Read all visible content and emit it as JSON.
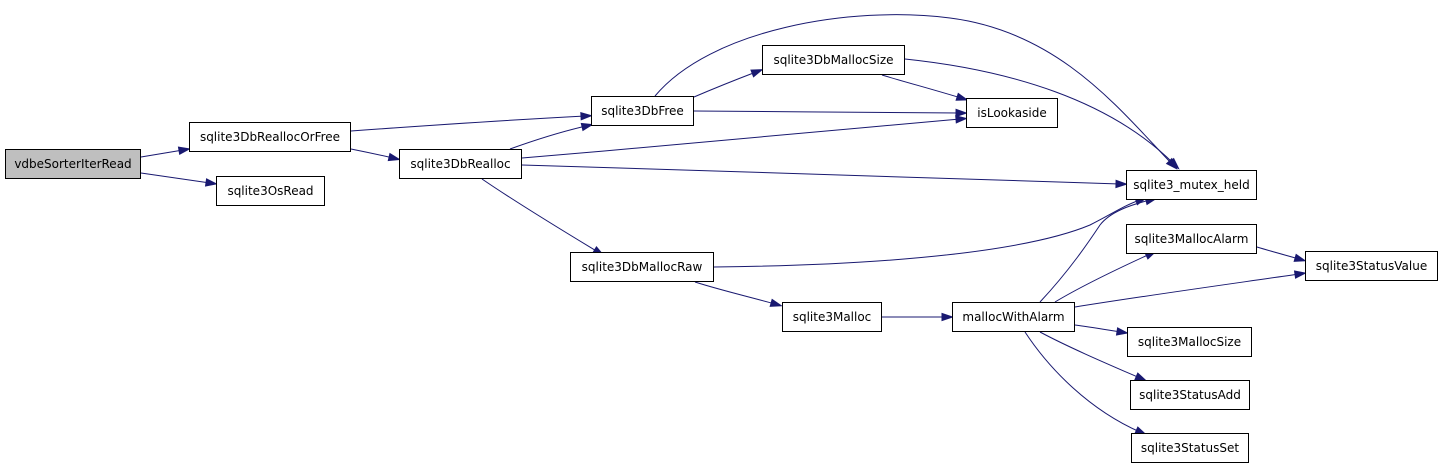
{
  "nodes": {
    "vdbeSorterIterRead": "vdbeSorterIterRead",
    "sqlite3DbReallocOrFree": "sqlite3DbReallocOrFree",
    "sqlite3OsRead": "sqlite3OsRead",
    "sqlite3DbRealloc": "sqlite3DbRealloc",
    "sqlite3DbFree": "sqlite3DbFree",
    "sqlite3DbMallocSize": "sqlite3DbMallocSize",
    "isLookaside": "isLookaside",
    "sqlite3_mutex_held": "sqlite3_mutex_held",
    "sqlite3DbMallocRaw": "sqlite3DbMallocRaw",
    "sqlite3Malloc": "sqlite3Malloc",
    "mallocWithAlarm": "mallocWithAlarm",
    "sqlite3MallocAlarm": "sqlite3MallocAlarm",
    "sqlite3StatusValue": "sqlite3StatusValue",
    "sqlite3MallocSize": "sqlite3MallocSize",
    "sqlite3StatusAdd": "sqlite3StatusAdd",
    "sqlite3StatusSet": "sqlite3StatusSet"
  },
  "edges": [
    [
      "vdbeSorterIterRead",
      "sqlite3DbReallocOrFree"
    ],
    [
      "vdbeSorterIterRead",
      "sqlite3OsRead"
    ],
    [
      "sqlite3DbReallocOrFree",
      "sqlite3DbFree"
    ],
    [
      "sqlite3DbReallocOrFree",
      "sqlite3DbRealloc"
    ],
    [
      "sqlite3DbFree",
      "sqlite3DbMallocSize"
    ],
    [
      "sqlite3DbFree",
      "isLookaside"
    ],
    [
      "sqlite3DbFree",
      "sqlite3_mutex_held"
    ],
    [
      "sqlite3DbMallocSize",
      "isLookaside"
    ],
    [
      "sqlite3DbMallocSize",
      "sqlite3_mutex_held"
    ],
    [
      "sqlite3DbRealloc",
      "sqlite3DbFree"
    ],
    [
      "sqlite3DbRealloc",
      "isLookaside"
    ],
    [
      "sqlite3DbRealloc",
      "sqlite3_mutex_held"
    ],
    [
      "sqlite3DbRealloc",
      "sqlite3DbMallocRaw"
    ],
    [
      "sqlite3DbMallocRaw",
      "sqlite3_mutex_held"
    ],
    [
      "sqlite3DbMallocRaw",
      "sqlite3Malloc"
    ],
    [
      "sqlite3Malloc",
      "mallocWithAlarm"
    ],
    [
      "mallocWithAlarm",
      "sqlite3_mutex_held"
    ],
    [
      "mallocWithAlarm",
      "sqlite3MallocAlarm"
    ],
    [
      "mallocWithAlarm",
      "sqlite3StatusValue"
    ],
    [
      "mallocWithAlarm",
      "sqlite3MallocSize"
    ],
    [
      "mallocWithAlarm",
      "sqlite3StatusAdd"
    ],
    [
      "mallocWithAlarm",
      "sqlite3StatusSet"
    ],
    [
      "sqlite3MallocAlarm",
      "sqlite3StatusValue"
    ]
  ]
}
